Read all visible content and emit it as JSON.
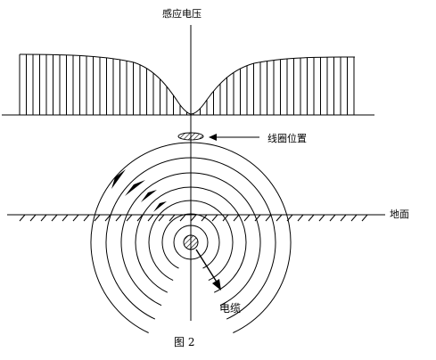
{
  "labels": {
    "induced_voltage": "感应电压",
    "coil_position": "线圈位置",
    "ground": "地面",
    "cable": "电缆",
    "figure_caption": "图 2"
  },
  "colors": {
    "line": "#000000",
    "background": "#ffffff"
  }
}
